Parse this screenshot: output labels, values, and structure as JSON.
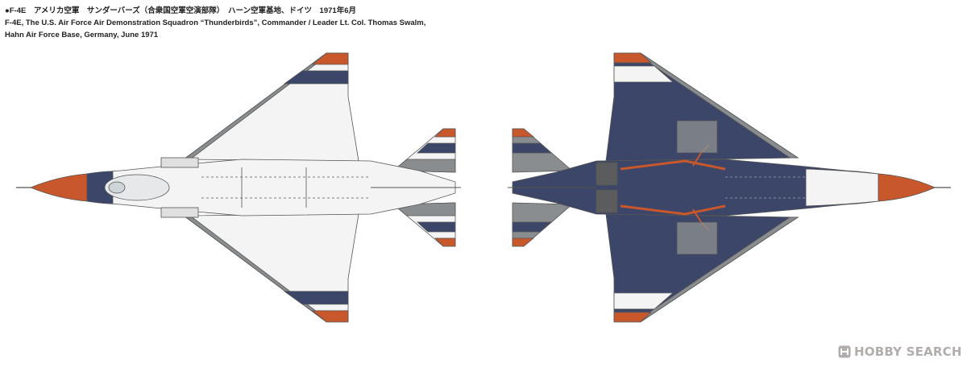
{
  "caption": {
    "line1": "●F-4E　アメリカ空軍　サンダーバーズ（合衆国空軍空演部隊）　ハーン空軍基地、ドイツ　1971年6月",
    "line2": "F-4E, The U.S. Air Force Air Demonstration Squadron “Thunderbirds”, Commander / Leader Lt. Col. Thomas Swalm,",
    "line3": "Hahn Air Force Base, Germany, June 1971"
  },
  "watermark": {
    "text": "HOBBY SEARCH",
    "logo": "hobby-search-logo"
  },
  "colors": {
    "white": "#f4f4f4",
    "red": "#c8582b",
    "blue": "#3c4668",
    "gray": "#8a8d8f",
    "darkgray": "#5a5c5e",
    "line": "#555555",
    "watermark": "#b1adac"
  },
  "views": {
    "left": "top-view",
    "right": "bottom-view"
  }
}
